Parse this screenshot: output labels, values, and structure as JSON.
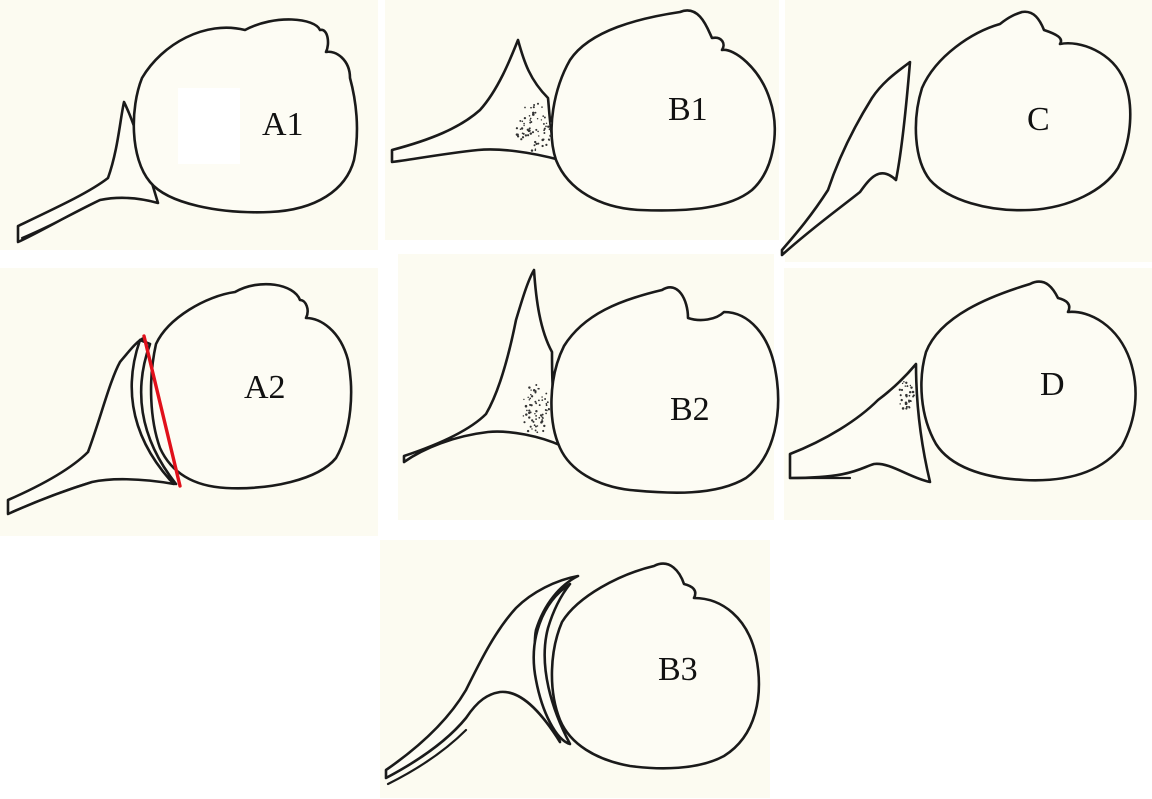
{
  "panels": [
    {
      "id": "A1",
      "label": "A1"
    },
    {
      "id": "B1",
      "label": "B1"
    },
    {
      "id": "C",
      "label": "C"
    },
    {
      "id": "A2",
      "label": "A2"
    },
    {
      "id": "B2",
      "label": "B2"
    },
    {
      "id": "D",
      "label": "D"
    },
    {
      "id": "B3",
      "label": "B3"
    }
  ],
  "colors": {
    "outline": "#1a1a1a",
    "panel_background": "#fcfbf1",
    "highlight_line": "#e0101a"
  }
}
